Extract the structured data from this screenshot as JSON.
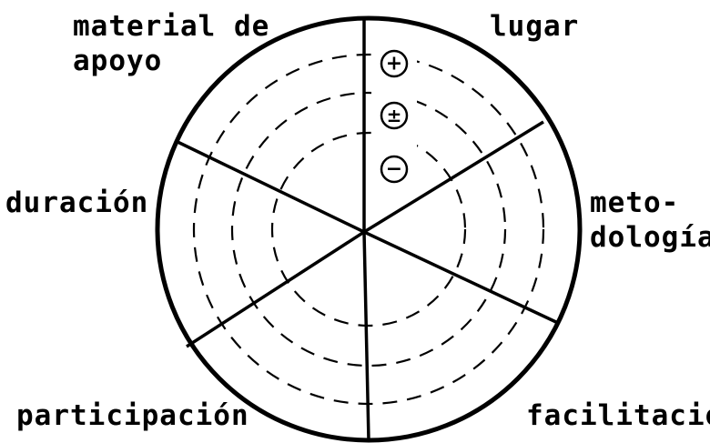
{
  "diagram": {
    "segments": [
      {
        "id": "lugar",
        "lines": [
          "lugar"
        ]
      },
      {
        "id": "metodologia",
        "lines": [
          "meto-",
          "dología"
        ]
      },
      {
        "id": "facilitacion",
        "lines": [
          "facilitación"
        ]
      },
      {
        "id": "participacion",
        "lines": [
          "participación"
        ]
      },
      {
        "id": "duracion",
        "lines": [
          "duración"
        ]
      },
      {
        "id": "material",
        "lines": [
          "material de",
          "apoyo"
        ]
      }
    ],
    "scale_symbols": [
      "+",
      "±",
      "−"
    ]
  }
}
